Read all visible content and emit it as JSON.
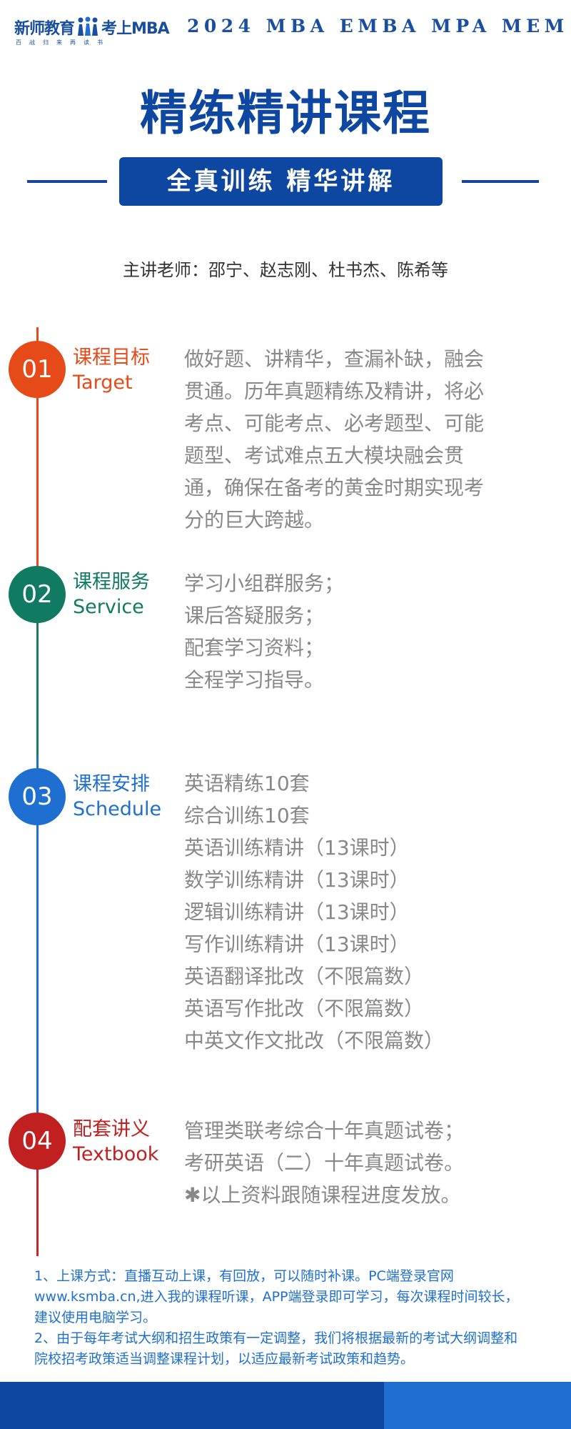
{
  "header": {
    "brand_name": "新师教育",
    "brand_logo_text": "考上MBA",
    "brand_tagline": "百战归来再读书",
    "programs": "2024 MBA EMBA MPA MEM"
  },
  "title": "精练精讲课程",
  "banner": "全真训练 精华讲解",
  "teachers": "主讲老师：邵宁、赵志刚、杜书杰、陈希等",
  "sections": [
    {
      "number": "01",
      "title_cn": "课程目标",
      "title_en": "Target",
      "color": "#e64a19",
      "lines": [
        "做好题、讲精华，查漏补缺，融会",
        "贯通。历年真题精练及精讲，将必",
        "考点、可能考点、必考题型、可能",
        "题型、考试难点五大模块融会贯",
        "通，确保在备考的黄金时期实现考",
        "分的巨大跨越。"
      ]
    },
    {
      "number": "02",
      "title_cn": "课程服务",
      "title_en": "Service",
      "color": "#107a62",
      "lines": [
        "学习小组群服务；",
        "课后答疑服务；",
        "配套学习资料；",
        "全程学习指导。"
      ]
    },
    {
      "number": "03",
      "title_cn": "课程安排",
      "title_en": "Schedule",
      "color": "#1e6fd0",
      "lines": [
        "英语精练10套",
        "综合训练10套",
        "英语训练精讲（13课时）",
        "数学训练精讲（13课时）",
        "逻辑训练精讲（13课时）",
        "写作训练精讲（13课时）",
        "英语翻译批改（不限篇数）",
        "英语写作批改（不限篇数）",
        "中英文作文批改（不限篇数）"
      ]
    },
    {
      "number": "04",
      "title_cn": "配套讲义",
      "title_en": "Textbook",
      "color": "#c0201f",
      "lines": [
        "管理类联考综合十年真题试卷；",
        "考研英语（二）十年真题试卷。",
        "✱以上资料跟随课程进度发放。"
      ]
    }
  ],
  "notes": [
    "1、上课方式：直播互动上课，有回放，可以随时补课。PC端登录官网www.ksmba.cn,进入我的课程听课，APP端登录即可学习，每次课程时间较长，建议使用电脑学习。",
    "2、由于每年考试大纲和招生政策有一定调整，我们将根据最新的考试大纲调整和院校招考政策适当调整课程计划，以适应最新考试政策和趋势。"
  ],
  "colors": {
    "brand_blue": "#0d47a1",
    "accent_blue": "#1e6fd0",
    "body_gray": "#888888"
  }
}
